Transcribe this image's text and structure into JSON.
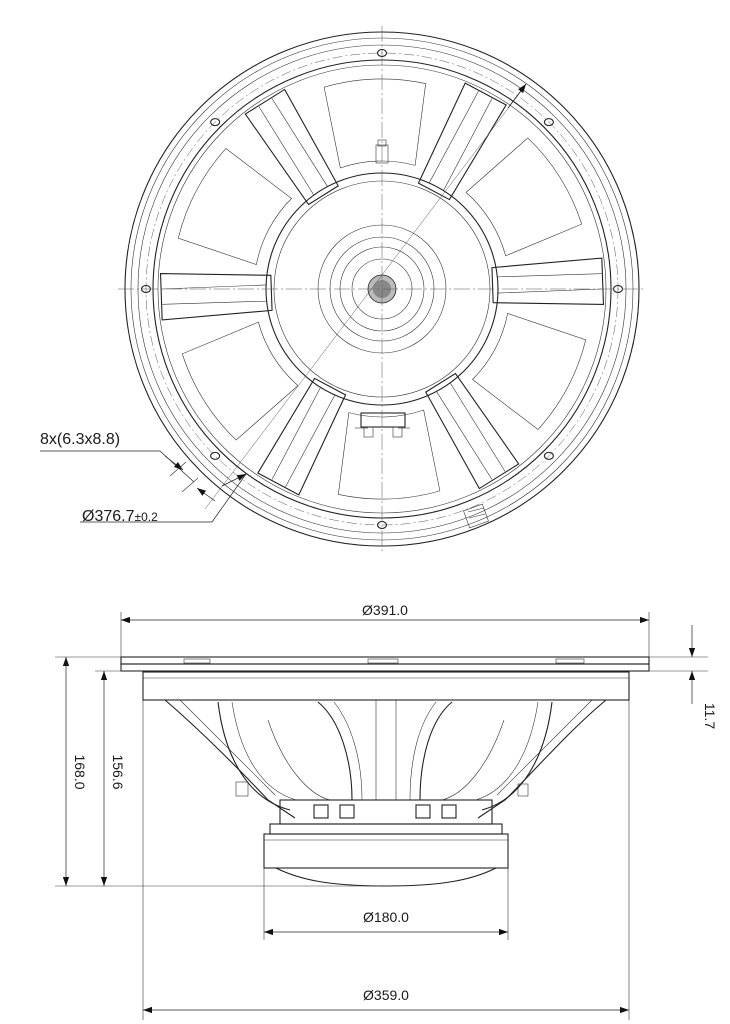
{
  "front_view": {
    "hole_callout": "8x(6.3x8.8)",
    "bolt_circle_prefix": "Ø376.7",
    "bolt_circle_tolerance": "±0.2"
  },
  "side_view": {
    "outer_diameter": "Ø391.0",
    "flange_thickness": "11.7",
    "overall_depth": "168.0",
    "mounting_depth": "156.6",
    "magnet_diameter": "Ø180.0",
    "cutout_diameter": "Ø359.0"
  }
}
